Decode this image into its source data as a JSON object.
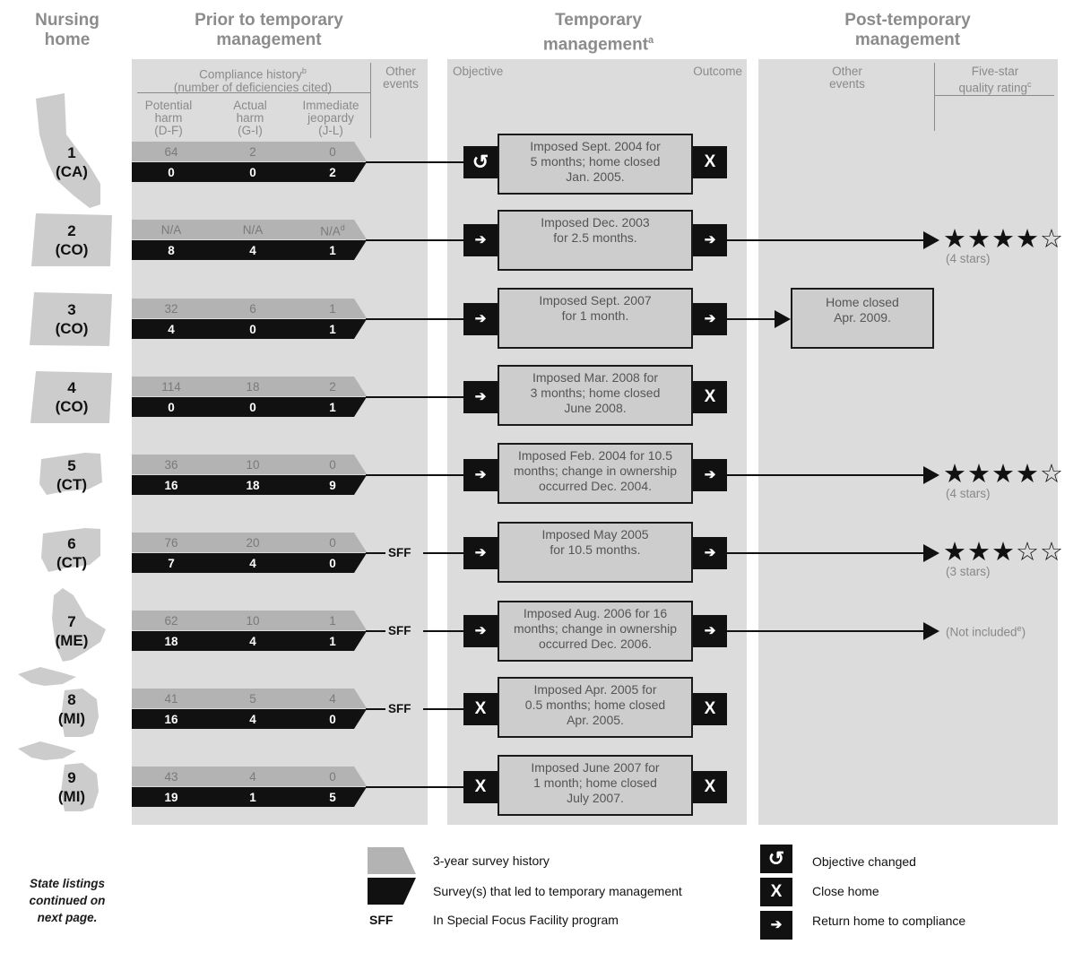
{
  "headers": {
    "nursing_home": [
      "Nursing",
      "home"
    ],
    "prior": [
      "Prior to temporary",
      "management"
    ],
    "temporary": [
      "Temporary",
      "management"
    ],
    "temporary_sup": "a",
    "post": [
      "Post-temporary",
      "management"
    ]
  },
  "subheaders": {
    "compliance_history": "Compliance history",
    "compliance_sup": "b",
    "compliance_sub": "(number of deficiencies cited)",
    "other_events": [
      "Other",
      "events"
    ],
    "col_potential": [
      "Potential",
      "harm",
      "(D-F)"
    ],
    "col_actual": [
      "Actual",
      "harm",
      "(G-I)"
    ],
    "col_immediate": [
      "Immediate",
      "jeopardy",
      "(J-L)"
    ],
    "objective": "Objective",
    "outcome": "Outcome",
    "post_other_events": [
      "Other",
      "events"
    ],
    "five_star": [
      "Five-star",
      "quality rating"
    ],
    "five_star_sup": "c"
  },
  "rows": [
    {
      "num": "1",
      "state": "(CA)",
      "hist": [
        "64",
        "2",
        "0"
      ],
      "led": [
        "0",
        "0",
        "2"
      ],
      "sff": "",
      "objective": "changed",
      "outcome": "close",
      "text": [
        "Imposed Sept. 2004 for",
        "5 months; home closed",
        "Jan. 2005."
      ],
      "post_event": "",
      "stars": 0,
      "stars_note": ""
    },
    {
      "num": "2",
      "state": "(CO)",
      "hist": [
        "N/A",
        "N/A",
        "N/A"
      ],
      "hist_sup": "d",
      "led": [
        "8",
        "4",
        "1"
      ],
      "sff": "",
      "objective": "compliance",
      "outcome": "compliance",
      "text": [
        "Imposed Dec. 2003",
        "for 2.5 months."
      ],
      "post_event": "",
      "stars": 4,
      "stars_note": "(4 stars)"
    },
    {
      "num": "3",
      "state": "(CO)",
      "hist": [
        "32",
        "6",
        "1"
      ],
      "led": [
        "4",
        "0",
        "1"
      ],
      "sff": "",
      "objective": "compliance",
      "outcome": "compliance",
      "text": [
        "Imposed Sept. 2007",
        "for 1 month."
      ],
      "post_event": [
        "Home closed",
        "Apr. 2009."
      ],
      "stars": 0,
      "stars_note": ""
    },
    {
      "num": "4",
      "state": "(CO)",
      "hist": [
        "114",
        "18",
        "2"
      ],
      "led": [
        "0",
        "0",
        "1"
      ],
      "sff": "",
      "objective": "compliance",
      "outcome": "close",
      "text": [
        "Imposed Mar. 2008 for",
        "3 months; home closed",
        "June 2008."
      ],
      "post_event": "",
      "stars": 0,
      "stars_note": ""
    },
    {
      "num": "5",
      "state": "(CT)",
      "hist": [
        "36",
        "10",
        "0"
      ],
      "led": [
        "16",
        "18",
        "9"
      ],
      "sff": "",
      "objective": "compliance",
      "outcome": "compliance",
      "text": [
        "Imposed Feb. 2004 for 10.5",
        "months; change in ownership",
        "occurred Dec. 2004."
      ],
      "post_event": "",
      "stars": 4,
      "stars_note": "(4 stars)"
    },
    {
      "num": "6",
      "state": "(CT)",
      "hist": [
        "76",
        "20",
        "0"
      ],
      "led": [
        "7",
        "4",
        "0"
      ],
      "sff": "SFF",
      "objective": "compliance",
      "outcome": "compliance",
      "text": [
        "Imposed May 2005",
        "for 10.5 months."
      ],
      "post_event": "",
      "stars": 3,
      "stars_note": "(3 stars)"
    },
    {
      "num": "7",
      "state": "(ME)",
      "hist": [
        "62",
        "10",
        "1"
      ],
      "led": [
        "18",
        "4",
        "1"
      ],
      "sff": "SFF",
      "objective": "compliance",
      "outcome": "compliance",
      "text": [
        "Imposed Aug. 2006 for 16",
        "months; change in ownership",
        "occurred Dec. 2006."
      ],
      "post_event": "",
      "stars": -1,
      "stars_note": "(Not included",
      "stars_note_sup": "e"
    },
    {
      "num": "8",
      "state": "(MI)",
      "hist": [
        "41",
        "5",
        "4"
      ],
      "led": [
        "16",
        "4",
        "0"
      ],
      "sff": "SFF",
      "objective": "close",
      "outcome": "close",
      "text": [
        "Imposed Apr. 2005 for",
        "0.5 months; home closed",
        "Apr. 2005."
      ],
      "post_event": "",
      "stars": 0,
      "stars_note": ""
    },
    {
      "num": "9",
      "state": "(MI)",
      "hist": [
        "43",
        "4",
        "0"
      ],
      "led": [
        "19",
        "1",
        "5"
      ],
      "sff": "",
      "objective": "close",
      "outcome": "close",
      "text": [
        "Imposed June 2007 for",
        "1 month; home closed",
        "July 2007."
      ],
      "post_event": "",
      "stars": 0,
      "stars_note": ""
    }
  ],
  "legend": {
    "history": "3-year survey history",
    "led": "Survey(s) that led to temporary management",
    "sff_key": "SFF",
    "sff": "In Special Focus Facility program",
    "changed": "Objective changed",
    "close": "Close home",
    "compliance": "Return home to compliance"
  },
  "continued": [
    "State listings",
    "continued on",
    "next page."
  ],
  "colors": {
    "panel": "#dcdcdc",
    "box": "#cdcdcd",
    "gray_bar": "#b3b3b3",
    "black": "#111111"
  }
}
